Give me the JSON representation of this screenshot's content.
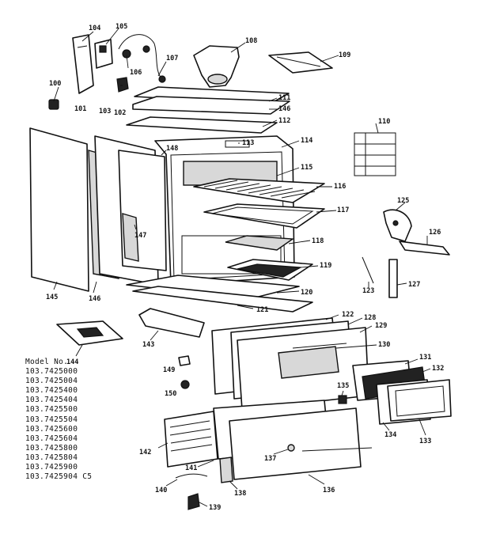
{
  "model_list": {
    "heading": "Model No.",
    "models": [
      "103.7425000",
      "103.7425004",
      "103.7425400",
      "103.7425404",
      "103.7425500",
      "103.7425504",
      "103.7425600",
      "103.7425604",
      "103.7425800",
      "103.7425804",
      "103.7425900",
      "103.7425904 C5"
    ]
  },
  "callouts": {
    "c100": "100",
    "c101": "101",
    "c102": "102",
    "c103": "103",
    "c104": "104",
    "c105": "105",
    "c106": "106",
    "c107": "107",
    "c108": "108",
    "c109": "109",
    "c110": "110",
    "c111": "111",
    "c112": "112",
    "c113": "113",
    "c114": "114",
    "c115": "115",
    "c116": "116",
    "c117": "117",
    "c118": "118",
    "c119": "119",
    "c120": "120",
    "c121": "121",
    "c122": "122",
    "c123": "123",
    "c125": "125",
    "c126": "126",
    "c127": "127",
    "c128": "128",
    "c129": "129",
    "c130": "130",
    "c131": "131",
    "c132": "132",
    "c133": "133",
    "c134": "134",
    "c135": "135",
    "c136": "136",
    "c137": "137",
    "c138": "138",
    "c139": "139",
    "c140": "140",
    "c141": "141",
    "c142": "142",
    "c143": "143",
    "c144": "144",
    "c145": "145",
    "c146": "146",
    "c146b": "146",
    "c147": "147",
    "c148": "148",
    "c149": "149",
    "c150": "150"
  }
}
